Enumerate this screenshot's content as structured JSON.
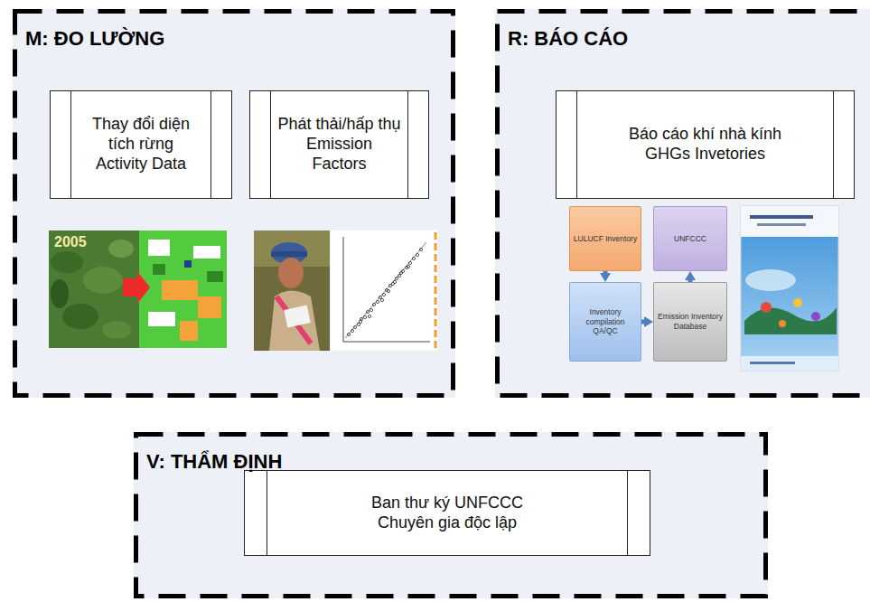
{
  "diagram": {
    "nodes": [
      {
        "text": [
          "M: ĐO LƯỜNG"
        ]
      },
      {
        "text": [
          "Thay đổi diện tích rừng",
          "Activity Data"
        ],
        "in": 0
      },
      {
        "text": [
          "Phát thải/hấp thụ",
          "Emission Factors"
        ],
        "in": 0
      },
      {
        "text": [
          "R: BÁO CÁO"
        ]
      },
      {
        "text": [
          "Báo cáo khí nhà kính",
          "GHGs Invetories"
        ],
        "in": 3
      },
      {
        "text": [
          "LULUCF Inventory"
        ],
        "in": 3
      },
      {
        "text": [
          "UNFCCC"
        ],
        "in": 3
      },
      {
        "text": [
          "Inventory compilation QA/QC"
        ],
        "in": 3
      },
      {
        "text": [
          "Emission Inventory Database"
        ],
        "in": 3
      },
      {
        "text": [
          "V: THẨM ĐỊNH"
        ]
      },
      {
        "text": [
          "Ban thư ký UNFCCC",
          "Chuyên gia độc lập"
        ],
        "in": 9
      }
    ],
    "edges": [
      {
        "from": 5,
        "to": 7,
        "arrow": "to"
      },
      {
        "from": 7,
        "to": 8,
        "arrow": "to"
      },
      {
        "from": 8,
        "to": 6,
        "arrow": "to"
      }
    ],
    "labels": [
      "2005"
    ]
  }
}
